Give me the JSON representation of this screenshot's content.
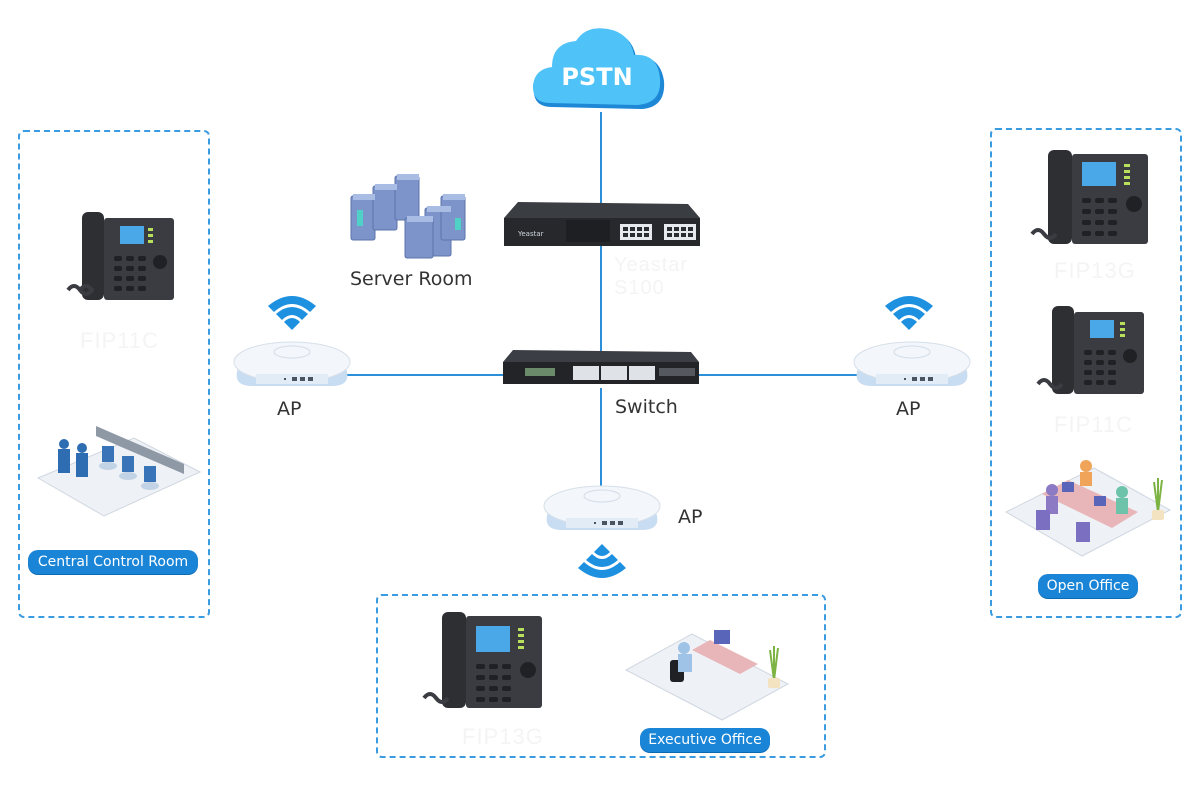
{
  "diagram": {
    "cloud": {
      "label": "PSTN",
      "icon": "cloud-icon"
    },
    "pbx": {
      "label": "Yeastar S100",
      "icon": "ip-pbx-icon"
    },
    "server_room": {
      "label": "Server Room",
      "icon": "server-rack-icon"
    },
    "switch": {
      "label": "Switch",
      "icon": "network-switch-icon"
    },
    "access_points": [
      {
        "label": "AP",
        "position": "left"
      },
      {
        "label": "AP",
        "position": "right"
      },
      {
        "label": "AP",
        "position": "bottom"
      }
    ],
    "zones": [
      {
        "name": "Central Control Room",
        "phones": [
          "FIP11C"
        ]
      },
      {
        "name": "Open Office",
        "phones": [
          "FIP13G",
          "FIP11C"
        ]
      },
      {
        "name": "Executive Office",
        "phones": [
          "FIP13G"
        ]
      }
    ],
    "colors": {
      "link": "#2b8fd9",
      "zone_border": "#3a9be0",
      "pill_bg": "#1a85d6",
      "cloud": "#4fc3f7"
    }
  }
}
